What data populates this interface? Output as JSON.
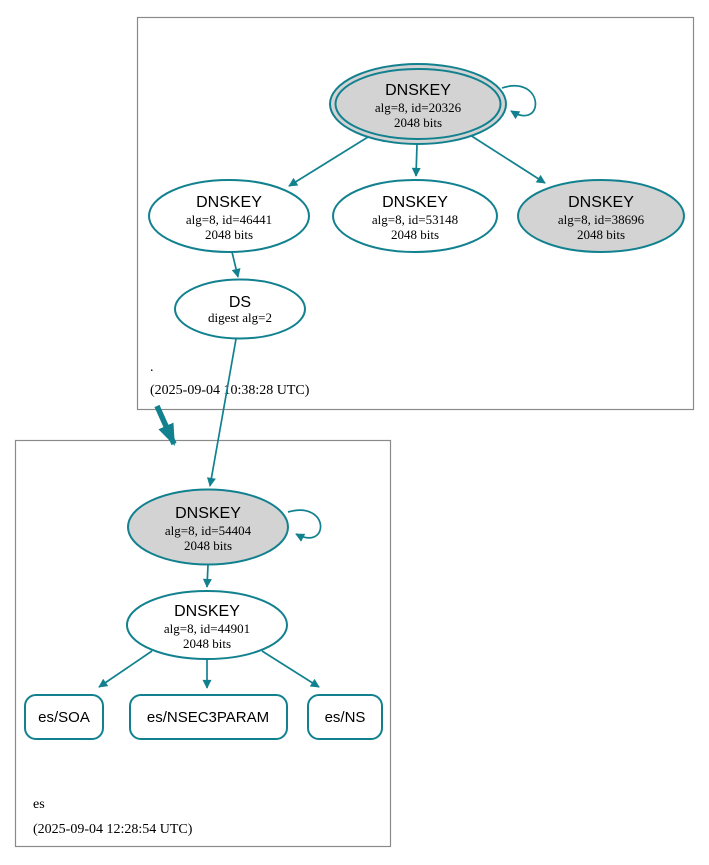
{
  "diagram": {
    "type": "dnssec-authentication-chain",
    "colors": {
      "edge": "#12818f",
      "ksk_fill": "#d3d3d3",
      "zsk_fill": "#ffffff",
      "box_border": "#8a8a8a",
      "text": "#000000"
    },
    "zones": {
      "root": {
        "label": ".",
        "timestamp": "(2025-09-04 10:38:28 UTC)"
      },
      "es": {
        "label": "es",
        "timestamp": "(2025-09-04 12:28:54 UTC)"
      }
    },
    "nodes": {
      "root_ksk_20326": {
        "title": "DNSKEY",
        "detail": "alg=8, id=20326",
        "bits": "2048 bits"
      },
      "root_zsk_46441": {
        "title": "DNSKEY",
        "detail": "alg=8, id=46441",
        "bits": "2048 bits"
      },
      "root_zsk_53148": {
        "title": "DNSKEY",
        "detail": "alg=8, id=53148",
        "bits": "2048 bits"
      },
      "root_ksk_38696": {
        "title": "DNSKEY",
        "detail": "alg=8, id=38696",
        "bits": "2048 bits"
      },
      "root_ds": {
        "title": "DS",
        "detail": "digest alg=2"
      },
      "es_ksk_54404": {
        "title": "DNSKEY",
        "detail": "alg=8, id=54404",
        "bits": "2048 bits"
      },
      "es_zsk_44901": {
        "title": "DNSKEY",
        "detail": "alg=8, id=44901",
        "bits": "2048 bits"
      },
      "es_soa": {
        "label": "es/SOA"
      },
      "es_nsec3param": {
        "label": "es/NSEC3PARAM"
      },
      "es_ns": {
        "label": "es/NS"
      }
    }
  }
}
